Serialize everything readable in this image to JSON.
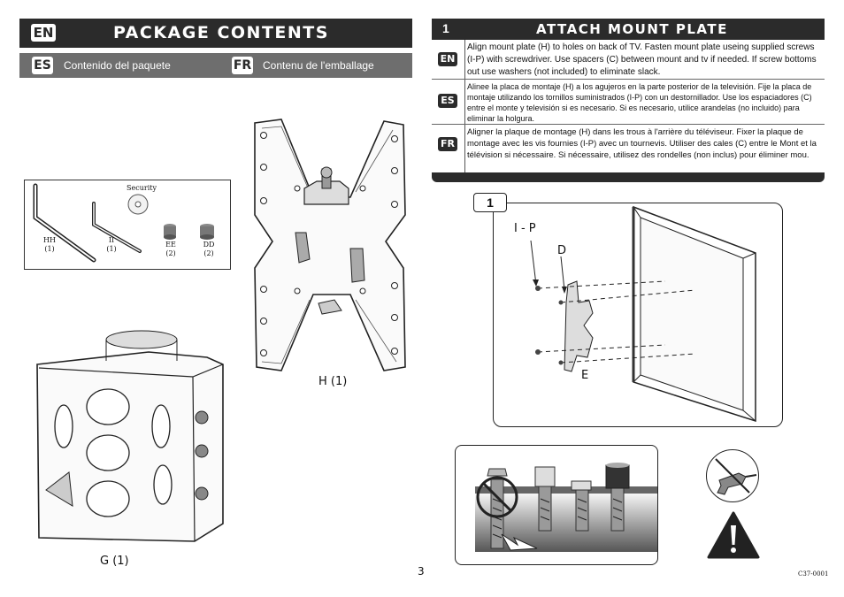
{
  "left": {
    "en_tag": "EN",
    "title": "PACKAGE CONTENTS",
    "es_tag": "ES",
    "es_title": "Contenido del paquete",
    "fr_tag": "FR",
    "fr_title": "Contenu de l'emballage",
    "hardware": {
      "security_label": "Security",
      "items": [
        {
          "code": "HH",
          "qty": "(1)"
        },
        {
          "code": "II",
          "qty": "(1)"
        },
        {
          "code": "EE",
          "qty": "(2)"
        },
        {
          "code": "DD",
          "qty": "(2)"
        }
      ]
    },
    "plate_label": "H (1)",
    "box_label": "G (1)",
    "page_number": "3"
  },
  "right": {
    "step_number": "1",
    "step_title": "ATTACH MOUNT PLATE",
    "instructions": [
      {
        "lang": "EN",
        "text": "Align mount plate (H) to holes on back of TV.  Fasten mount plate useing supplied screws (I-P) with screwdriver.  Use spacers (C) between mount and tv if needed. If screw bottoms out use washers (not included) to eliminate slack."
      },
      {
        "lang": "ES",
        "text": "Alinee la placa de montaje (H) a los agujeros en la parte posterior de la televisión. Fije la placa de montaje utilizando los tornillos suministrados (I-P) con un destornillador. Use los espaciadores (C) entre el monte y televisión si es necesario. Si es necesario, utilice arandelas (no incluido) para eliminar la holgura."
      },
      {
        "lang": "FR",
        "text": "Aligner la plaque de montage (H) dans les trous à l'arrière du téléviseur. Fixer la plaque de montage avec les vis fournies (I-P) avec un tournevis. Utiliser des cales (C) entre le Mont et la télévision si nécessaire. Si nécessaire, utilisez des rondelles (non inclus) pour éliminer mou."
      }
    ],
    "figure_number": "1",
    "fig_label_ip": "I - P",
    "fig_label_d": "D",
    "fig_label_e": "E",
    "doc_code": "C37-0001"
  }
}
